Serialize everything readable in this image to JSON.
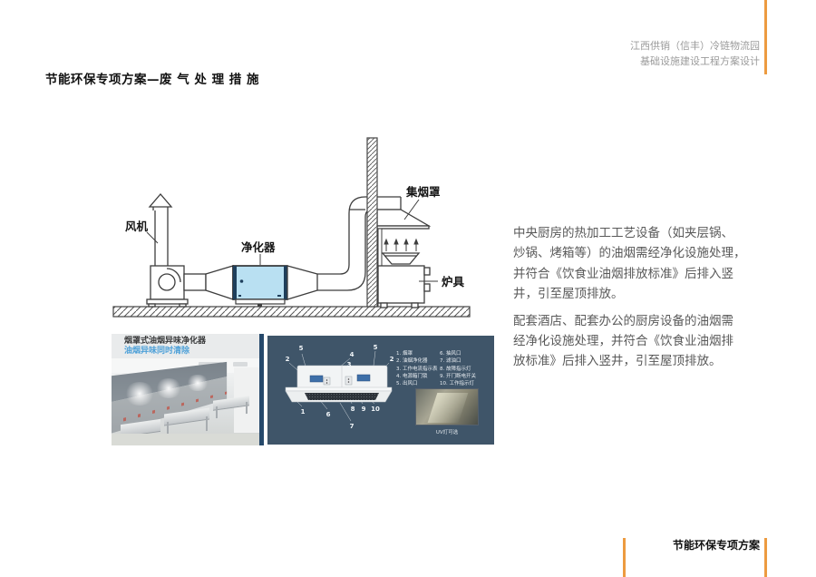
{
  "header": {
    "line1": "江西供销（信丰）冷链物流园",
    "line2": "基础设施建设工程方案设计"
  },
  "title": "节能环保专项方案—废 气 处 理 措 施",
  "colors": {
    "accent_orange": "#ED9B40",
    "purifier_fill": "#B9E0F2",
    "panel_bg": "#3F5569",
    "subtitle_blue": "#4DA0D8",
    "navy_strip": "#26496B"
  },
  "diagram": {
    "fan_label": "风机",
    "purifier_label": "净化器",
    "hood_label": "集烟罩",
    "stove_label": "炉具"
  },
  "photo_card": {
    "title": "烟罩式油烟异味净化器",
    "subtitle": "油烟异味同时清除"
  },
  "hood_panel": {
    "callouts": {
      "c5l": "5",
      "c2l": "2",
      "c4": "4",
      "c3": "3",
      "c5r": "5",
      "c2r": "2",
      "c1": "1",
      "c6": "6",
      "c7": "7",
      "c8": "8",
      "c9": "9",
      "c10": "10"
    },
    "legend_col1": [
      "1. 烟罩",
      "2. 油烟净化器",
      "3. 工作电流指示表",
      "4. 电源箱门锁",
      "5. 出风口"
    ],
    "legend_col2": [
      "6. 抽风口",
      "7. 滤油口",
      "8. 故障指示灯",
      "9. 开门断电开关",
      "10. 工作指示灯"
    ],
    "inset_caption": "UV灯可选"
  },
  "body": {
    "p1": [
      "中央厨房的热加工工艺设备（如夹层锅、",
      "炒锅、烤箱等）的油烟需经净化设施处理，",
      "并符合《饮食业油烟排放标准》后排入竖",
      "井，引至屋顶排放。"
    ],
    "p2": [
      "配套酒店、配套办公的厨房设备的油烟需",
      "经净化设施处理，并符合《饮食业油烟排",
      "放标准》后排入竖井，引至屋顶排放。"
    ]
  },
  "footer": {
    "label": "节能环保专项方案"
  }
}
